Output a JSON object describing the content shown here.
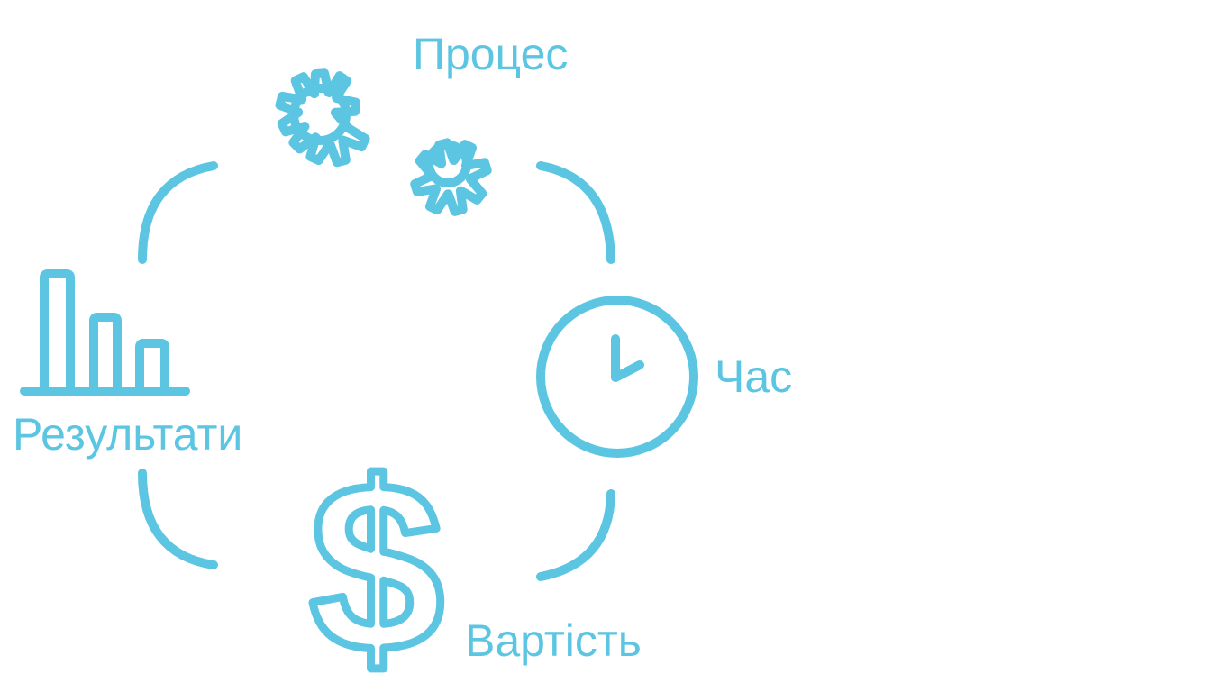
{
  "colors": {
    "accent": "#5BC5E2",
    "background": "#ffffff"
  },
  "nodes": [
    {
      "id": "process",
      "label": "Процес",
      "icon": "gears-icon"
    },
    {
      "id": "time",
      "label": "Час",
      "icon": "clock-icon"
    },
    {
      "id": "cost",
      "label": "Вартість",
      "icon": "dollar-icon"
    },
    {
      "id": "results",
      "label": "Результати",
      "icon": "bar-chart-icon"
    }
  ]
}
